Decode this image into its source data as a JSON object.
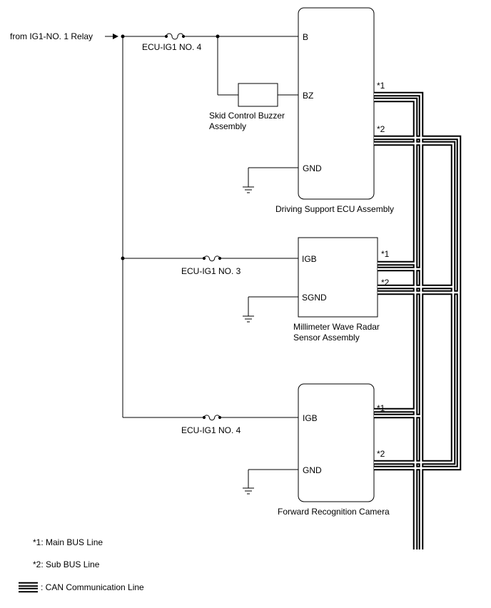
{
  "source_label": "from IG1-NO. 1 Relay",
  "fuses": {
    "top": "ECU-IG1 NO. 4",
    "middle": "ECU-IG1 NO. 3",
    "bottom": "ECU-IG1 NO. 4"
  },
  "buzzer": {
    "line1": "Skid Control Buzzer",
    "line2": "Assembly"
  },
  "ecu": {
    "name": "Driving Support ECU Assembly",
    "pins": {
      "b": "B",
      "bz": "BZ",
      "gnd": "GND"
    },
    "bus_main": "*1",
    "bus_sub": "*2"
  },
  "radar": {
    "line1": "Millimeter Wave Radar",
    "line2": "Sensor Assembly",
    "pins": {
      "igb": "IGB",
      "sgnd": "SGND"
    },
    "bus_main": "*1",
    "bus_sub": "*2"
  },
  "camera": {
    "name": "Forward Recognition Camera",
    "pins": {
      "igb": "IGB",
      "gnd": "GND"
    },
    "bus_main": "*1",
    "bus_sub": "*2"
  },
  "legend": {
    "main_bus": "*1: Main BUS Line",
    "sub_bus": "*2: Sub BUS Line",
    "can_line": ": CAN Communication Line"
  }
}
